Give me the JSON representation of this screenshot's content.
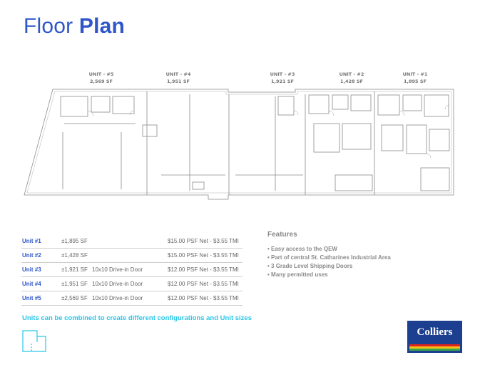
{
  "title": {
    "light": "Floor",
    "bold": "Plan"
  },
  "units": [
    {
      "unit": "Unit #1",
      "sf": "±1,895 SF",
      "door": "",
      "price": "$15.00 PSF Net - $3.55 TMI"
    },
    {
      "unit": "Unit #2",
      "sf": "±1,428 SF",
      "door": "",
      "price": "$15.00 PSF Net - $3.55 TMI"
    },
    {
      "unit": "Unit #3",
      "sf": "±1,921 SF",
      "door": "10x10 Drive-in Door",
      "price": "$12.00 PSF Net - $3.55 TMI"
    },
    {
      "unit": "Unit #4",
      "sf": "±1,951 SF",
      "door": "10x10 Drive-in Door",
      "price": "$12.00 PSF Net - $3.55 TMI"
    },
    {
      "unit": "Unit #5",
      "sf": "±2,569 SF",
      "door": "10x10 Drive-in Door",
      "price": "$12.00 PSF Net - $3.55 TMI"
    }
  ],
  "features": {
    "heading": "Features",
    "items": [
      "• Easy access to the QEW",
      "• Part of central St. Catharines Industrial Area",
      "• 3 Grade Level Shipping Doors",
      "• Many permitted uses"
    ]
  },
  "note": "Units can be combined to create different configurations and Unit sizes",
  "plan_labels": [
    {
      "name": "UNIT - #5",
      "sf": "2,569 SF"
    },
    {
      "name": "UNIT - #4",
      "sf": "1,951 SF"
    },
    {
      "name": "UNIT - #3",
      "sf": "1,921 SF"
    },
    {
      "name": "UNIT - #2",
      "sf": "1,428 SF"
    },
    {
      "name": "UNIT - #1",
      "sf": "1,895 SF"
    }
  ],
  "logo": {
    "text": "Colliers",
    "bg": "#1d3f8f",
    "stripes": [
      "#e2231a",
      "#f6c21a",
      "#3aa845"
    ]
  },
  "colors": {
    "accent": "#2f57c8",
    "note": "#29c6e8"
  }
}
